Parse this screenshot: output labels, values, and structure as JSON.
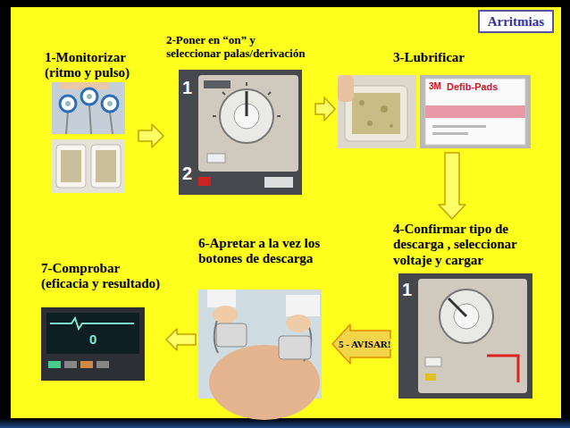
{
  "diagram": {
    "title": "Arritmias",
    "nodes": [
      {
        "text": [
          "1-Monitorizar (ritmo y pulso)"
        ]
      },
      {
        "text": [
          "2-Poner en “on” y seleccionar palas/derivación"
        ]
      },
      {
        "text": [
          "3-Lubrificar"
        ]
      },
      {
        "text": [
          "4-Confirmar tipo de descarga , seleccionar voltaje y cargar"
        ]
      },
      {
        "text": [
          "6-Apretar a la vez los botones de descarga"
        ]
      },
      {
        "text": [
          "7-Comprobar (eficacia y resultado)"
        ]
      }
    ],
    "edges": [
      {
        "from": 0,
        "to": 1,
        "arrow": "to"
      },
      {
        "from": 1,
        "to": 2,
        "arrow": "to"
      },
      {
        "from": 2,
        "to": 3,
        "arrow": "to"
      },
      {
        "from": 3,
        "to": 4,
        "label": "5 - AVISAR!",
        "arrow": "to"
      },
      {
        "from": 4,
        "to": 5,
        "arrow": "to"
      }
    ],
    "labels": [
      "1",
      "2",
      "3M",
      "Defib-Pads",
      "1",
      "0"
    ]
  }
}
